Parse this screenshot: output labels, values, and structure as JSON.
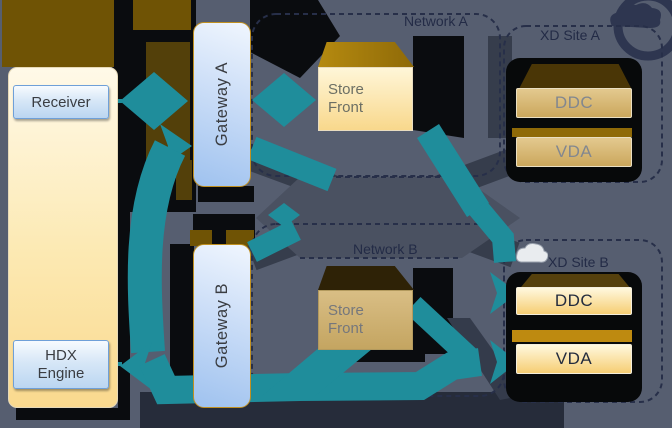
{
  "diagram": {
    "client": {
      "receiver": "Receiver",
      "hdx_engine": "HDX Engine"
    },
    "gateways": {
      "a": "Gateway A",
      "b": "Gateway B"
    },
    "storefronts": {
      "a": "Store Front",
      "b": "Store Front"
    },
    "networks": {
      "a": "Network A",
      "b": "Network B"
    },
    "sites": {
      "a": {
        "label": "XD Site A",
        "ddc": "DDC",
        "vda": "VDA"
      },
      "b": {
        "label": "XD Site B",
        "ddc": "DDC",
        "vda": "VDA"
      }
    },
    "colors": {
      "background": "#565E70",
      "arrow_active": "#1F8D9B",
      "shadow_black": "#0A0C0F",
      "shadow_navy": "#363D4C",
      "brown_gold": "#6F5305",
      "box_cream": "#FAD98E",
      "box_blue": "#9FC2EF",
      "label_navy": "#232B46"
    }
  }
}
